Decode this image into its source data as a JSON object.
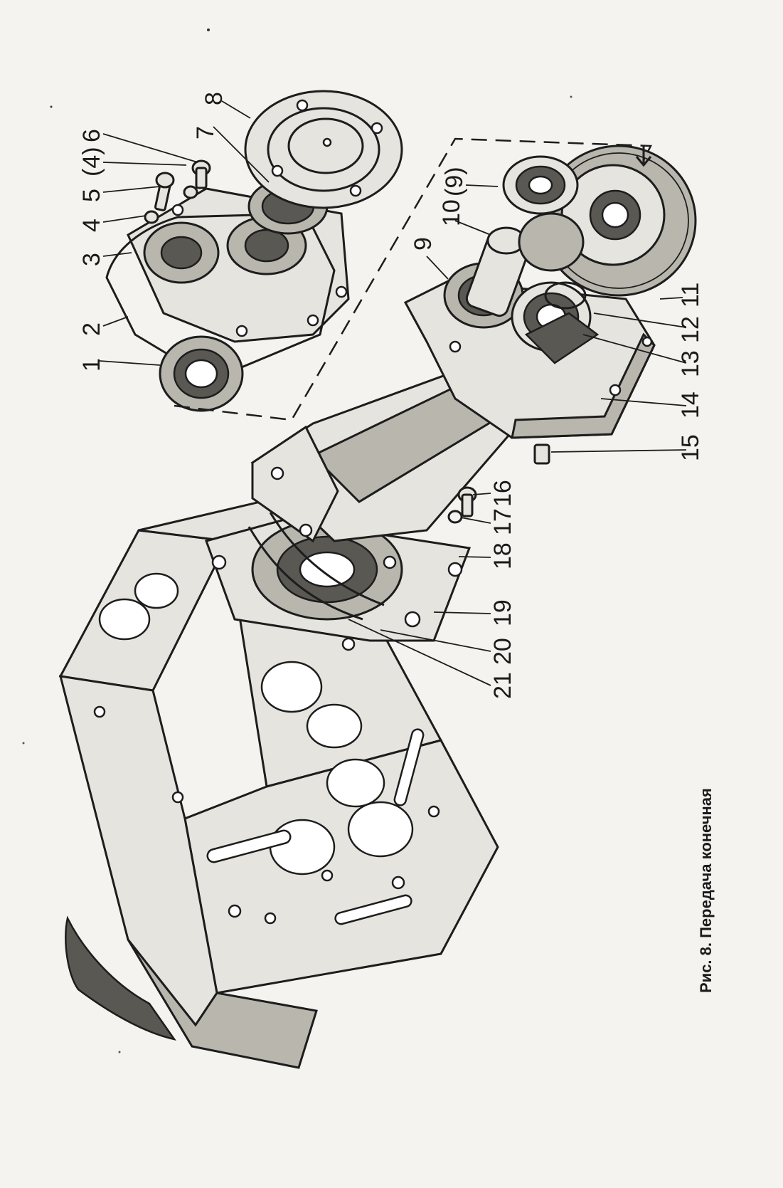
{
  "figure": {
    "caption": "Рис. 8. Передача конечная",
    "callouts": [
      {
        "id": "1",
        "label": "1"
      },
      {
        "id": "2",
        "label": "2"
      },
      {
        "id": "3",
        "label": "3"
      },
      {
        "id": "4",
        "label": "4"
      },
      {
        "id": "5",
        "label": "5"
      },
      {
        "id": "5b",
        "label": "(4)"
      },
      {
        "id": "6",
        "label": "6"
      },
      {
        "id": "7",
        "label": "7"
      },
      {
        "id": "8",
        "label": "8"
      },
      {
        "id": "9",
        "label": "9"
      },
      {
        "id": "9b",
        "label": "(9)"
      },
      {
        "id": "10",
        "label": "10"
      },
      {
        "id": "11",
        "label": "11"
      },
      {
        "id": "12",
        "label": "12"
      },
      {
        "id": "13",
        "label": "13"
      },
      {
        "id": "14",
        "label": "14"
      },
      {
        "id": "15",
        "label": "15"
      },
      {
        "id": "16",
        "label": "16"
      },
      {
        "id": "17",
        "label": "17"
      },
      {
        "id": "18",
        "label": "18"
      },
      {
        "id": "19",
        "label": "19"
      },
      {
        "id": "20",
        "label": "20"
      },
      {
        "id": "21",
        "label": "21"
      }
    ]
  }
}
